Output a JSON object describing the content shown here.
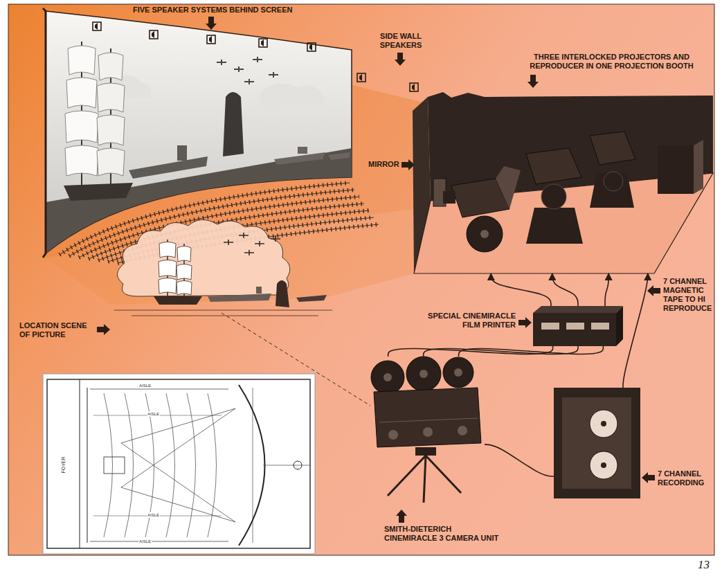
{
  "diagram": {
    "nodes": [
      {
        "text": [
          "THREE INTERLOCKED PROJECTORS AND REPRODUCER IN ONE PROJECTION BOOTH"
        ]
      },
      {
        "text": [
          "SPECIAL CINEMIRACLE FILM PRINTER"
        ]
      },
      {
        "text": [
          "SMITH-DIETERICH CINEMIRACLE 3 CAMERA UNIT"
        ]
      },
      {
        "text": [
          "7 CHANNEL RECORDING"
        ]
      }
    ],
    "edges": [
      {
        "from": 2,
        "to": 1,
        "arrow": "none"
      },
      {
        "from": 2,
        "to": 1,
        "arrow": "none"
      },
      {
        "from": 2,
        "to": 1,
        "arrow": "none"
      },
      {
        "from": 1,
        "to": 0,
        "arrow": "to"
      },
      {
        "from": 1,
        "to": 0,
        "arrow": "to"
      },
      {
        "from": 1,
        "to": 0,
        "arrow": "to"
      },
      {
        "from": 2,
        "to": 3,
        "arrow": "none"
      },
      {
        "from": 3,
        "to": 0,
        "arrow": "to"
      }
    ],
    "labels": [
      "FIVE SPEAKER SYSTEMS BEHIND SCREEN",
      "SIDE WALL SPEAKERS",
      "MIRROR",
      "7 CHANNEL MAGNETIC TAPE TO HI REPRODUCE",
      "LOCATION SCENE OF PICTURE",
      "13",
      "FOYER",
      "AISLE",
      "AISLE",
      "AISLE",
      "AISLE"
    ]
  }
}
